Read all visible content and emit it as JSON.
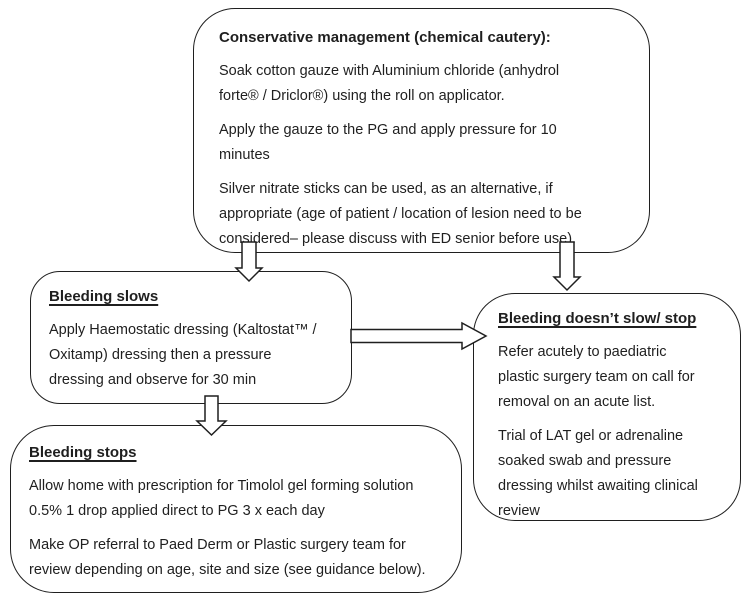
{
  "flowchart": {
    "colors": {
      "border": "#1f1f1f",
      "text": "#1f1f1f",
      "background": "#ffffff",
      "arrow_fill": "#ffffff"
    },
    "top_box": {
      "heading": "Conservative management (chemical cautery):",
      "para1": "Soak cotton gauze with Aluminium chloride (anhydrol\nforte® / Driclor®) using the roll on applicator.",
      "para2": "Apply the gauze to the PG and apply pressure for 10\nminutes",
      "para3": "Silver nitrate sticks can be used, as an alternative, if\nappropriate (age of patient / location of lesion need to be\nconsidered– please discuss with ED senior before use)."
    },
    "bleeding_slows_box": {
      "heading": "Bleeding slows",
      "para1": "Apply Haemostatic dressing (Kaltostat™ /\nOxitamp) dressing then a pressure\ndressing and observe for 30 min"
    },
    "bleeding_doesnt_slow_box": {
      "heading": "Bleeding doesn’t slow/ stop",
      "para1": "Refer acutely to paediatric\nplastic surgery team on call for\nremoval on an acute list.",
      "para2": "Trial of LAT gel or adrenaline\nsoaked swab and pressure\ndressing whilst awaiting clinical\nreview"
    },
    "bleeding_stops_box": {
      "heading": "Bleeding stops",
      "para1": "Allow home with prescription for Timolol gel forming solution\n0.5% 1 drop applied direct to PG 3 x each day",
      "para2": "Make OP referral to Paed Derm or Plastic surgery team for\nreview depending on age, site and size (see guidance below)."
    }
  }
}
